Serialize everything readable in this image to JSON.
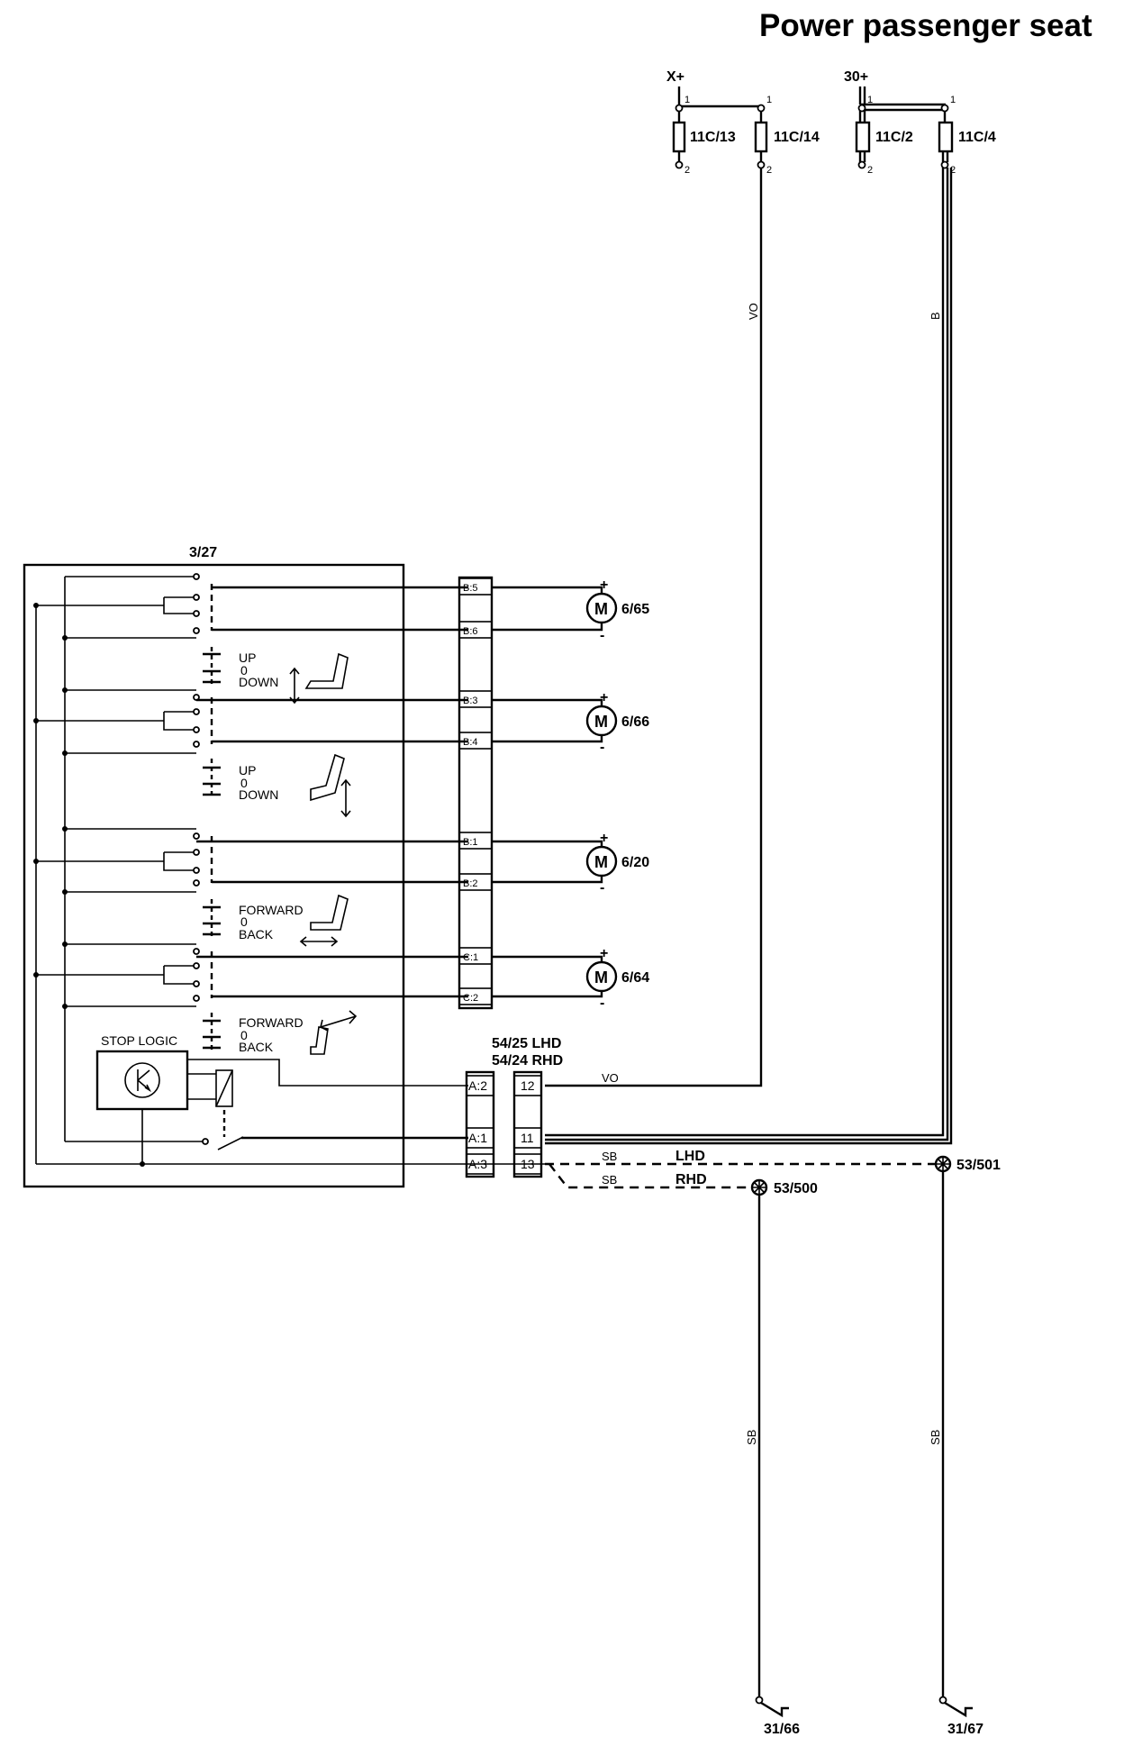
{
  "title": "Power passenger seat",
  "supplies": {
    "xplus": "X+",
    "b30": "30+"
  },
  "fuses": [
    {
      "name": "11C/13",
      "pin_top": "1",
      "pin_bottom": "2"
    },
    {
      "name": "11C/14",
      "pin_top": "1",
      "pin_bottom": "2"
    },
    {
      "name": "11C/2",
      "pin_top": "1",
      "pin_bottom": "2"
    },
    {
      "name": "11C/4",
      "pin_top": "1",
      "pin_bottom": "2"
    }
  ],
  "wire_colors": {
    "vo_vertical": "VO",
    "b_vertical": "B",
    "vo_horizontal": "VO",
    "sb_lhd": "SB",
    "sb_rhd": "SB",
    "sb_left_ground": "SB",
    "sb_right_ground": "SB"
  },
  "switch_module": {
    "ref": "3/27",
    "stop_logic": "STOP LOGIC",
    "switches": [
      {
        "pos1": "UP",
        "pos0": "0",
        "pos2": "DOWN"
      },
      {
        "pos1": "UP",
        "pos0": "0",
        "pos2": "DOWN"
      },
      {
        "pos1": "FORWARD",
        "pos0": "0",
        "pos2": "BACK"
      },
      {
        "pos1": "FORWARD",
        "pos0": "0",
        "pos2": "BACK"
      }
    ]
  },
  "connector_b": {
    "pins": [
      "B:5",
      "B:6",
      "B:3",
      "B:4",
      "B:1",
      "B:2",
      "C:1",
      "C:2"
    ]
  },
  "motors": [
    {
      "ref": "6/65",
      "symbol": "M",
      "plus": "+",
      "minus": "-"
    },
    {
      "ref": "6/66",
      "symbol": "M",
      "plus": "+",
      "minus": "-"
    },
    {
      "ref": "6/20",
      "symbol": "M",
      "plus": "+",
      "minus": "-"
    },
    {
      "ref": "6/64",
      "symbol": "M",
      "plus": "+",
      "minus": "-"
    }
  ],
  "connector_a": {
    "ref_lhd": "54/25 LHD",
    "ref_rhd": "54/24 RHD",
    "pins_left": [
      "A:2",
      "A:1",
      "A:3"
    ],
    "pins_right": [
      "12",
      "11",
      "13"
    ]
  },
  "variants": {
    "lhd": "LHD",
    "rhd": "RHD"
  },
  "splices": [
    {
      "ref": "53/501"
    },
    {
      "ref": "53/500"
    }
  ],
  "grounds": [
    {
      "ref": "31/66"
    },
    {
      "ref": "31/67"
    }
  ]
}
